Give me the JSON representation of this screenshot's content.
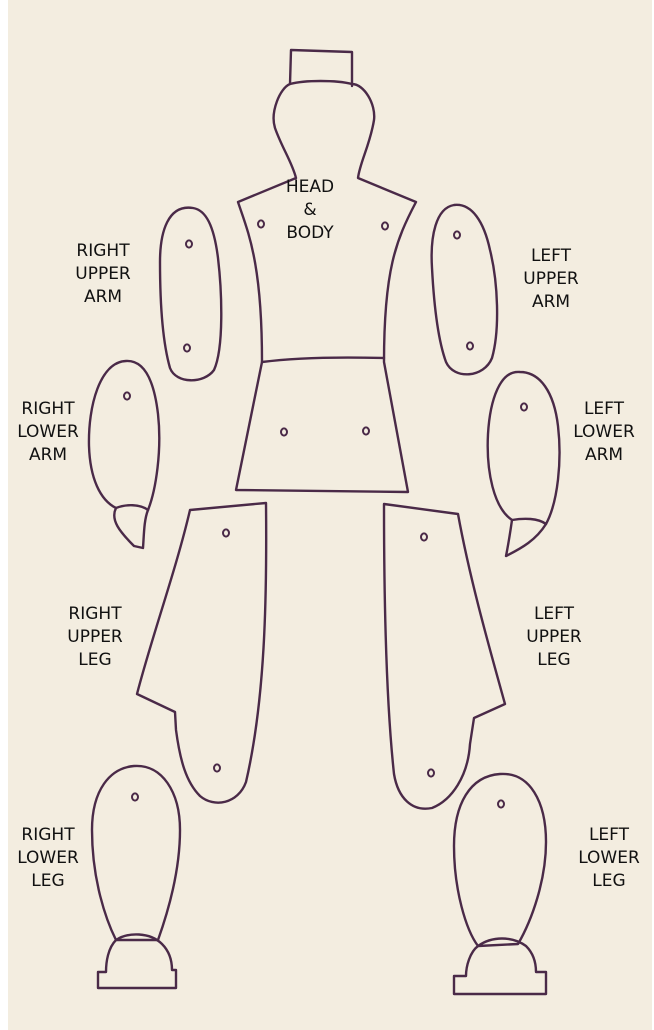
{
  "colors": {
    "paper": "#f3ede0",
    "ink": "#4a2a48"
  },
  "labels": {
    "head_body": [
      "HEAD",
      "&",
      "BODY"
    ],
    "right_upper_arm": [
      "RIGHT",
      "UPPER",
      "ARM"
    ],
    "left_upper_arm": [
      "LEFT",
      "UPPER",
      "ARM"
    ],
    "right_lower_arm": [
      "RIGHT",
      "LOWER",
      "ARM"
    ],
    "left_lower_arm": [
      "LEFT",
      "LOWER",
      "ARM"
    ],
    "right_upper_leg": [
      "RIGHT",
      "UPPER",
      "LEG"
    ],
    "left_upper_leg": [
      "LEFT",
      "UPPER",
      "LEG"
    ],
    "right_lower_leg": [
      "RIGHT",
      "LOWER",
      "LEG"
    ],
    "left_lower_leg": [
      "LEFT",
      "LOWER",
      "LEG"
    ]
  }
}
